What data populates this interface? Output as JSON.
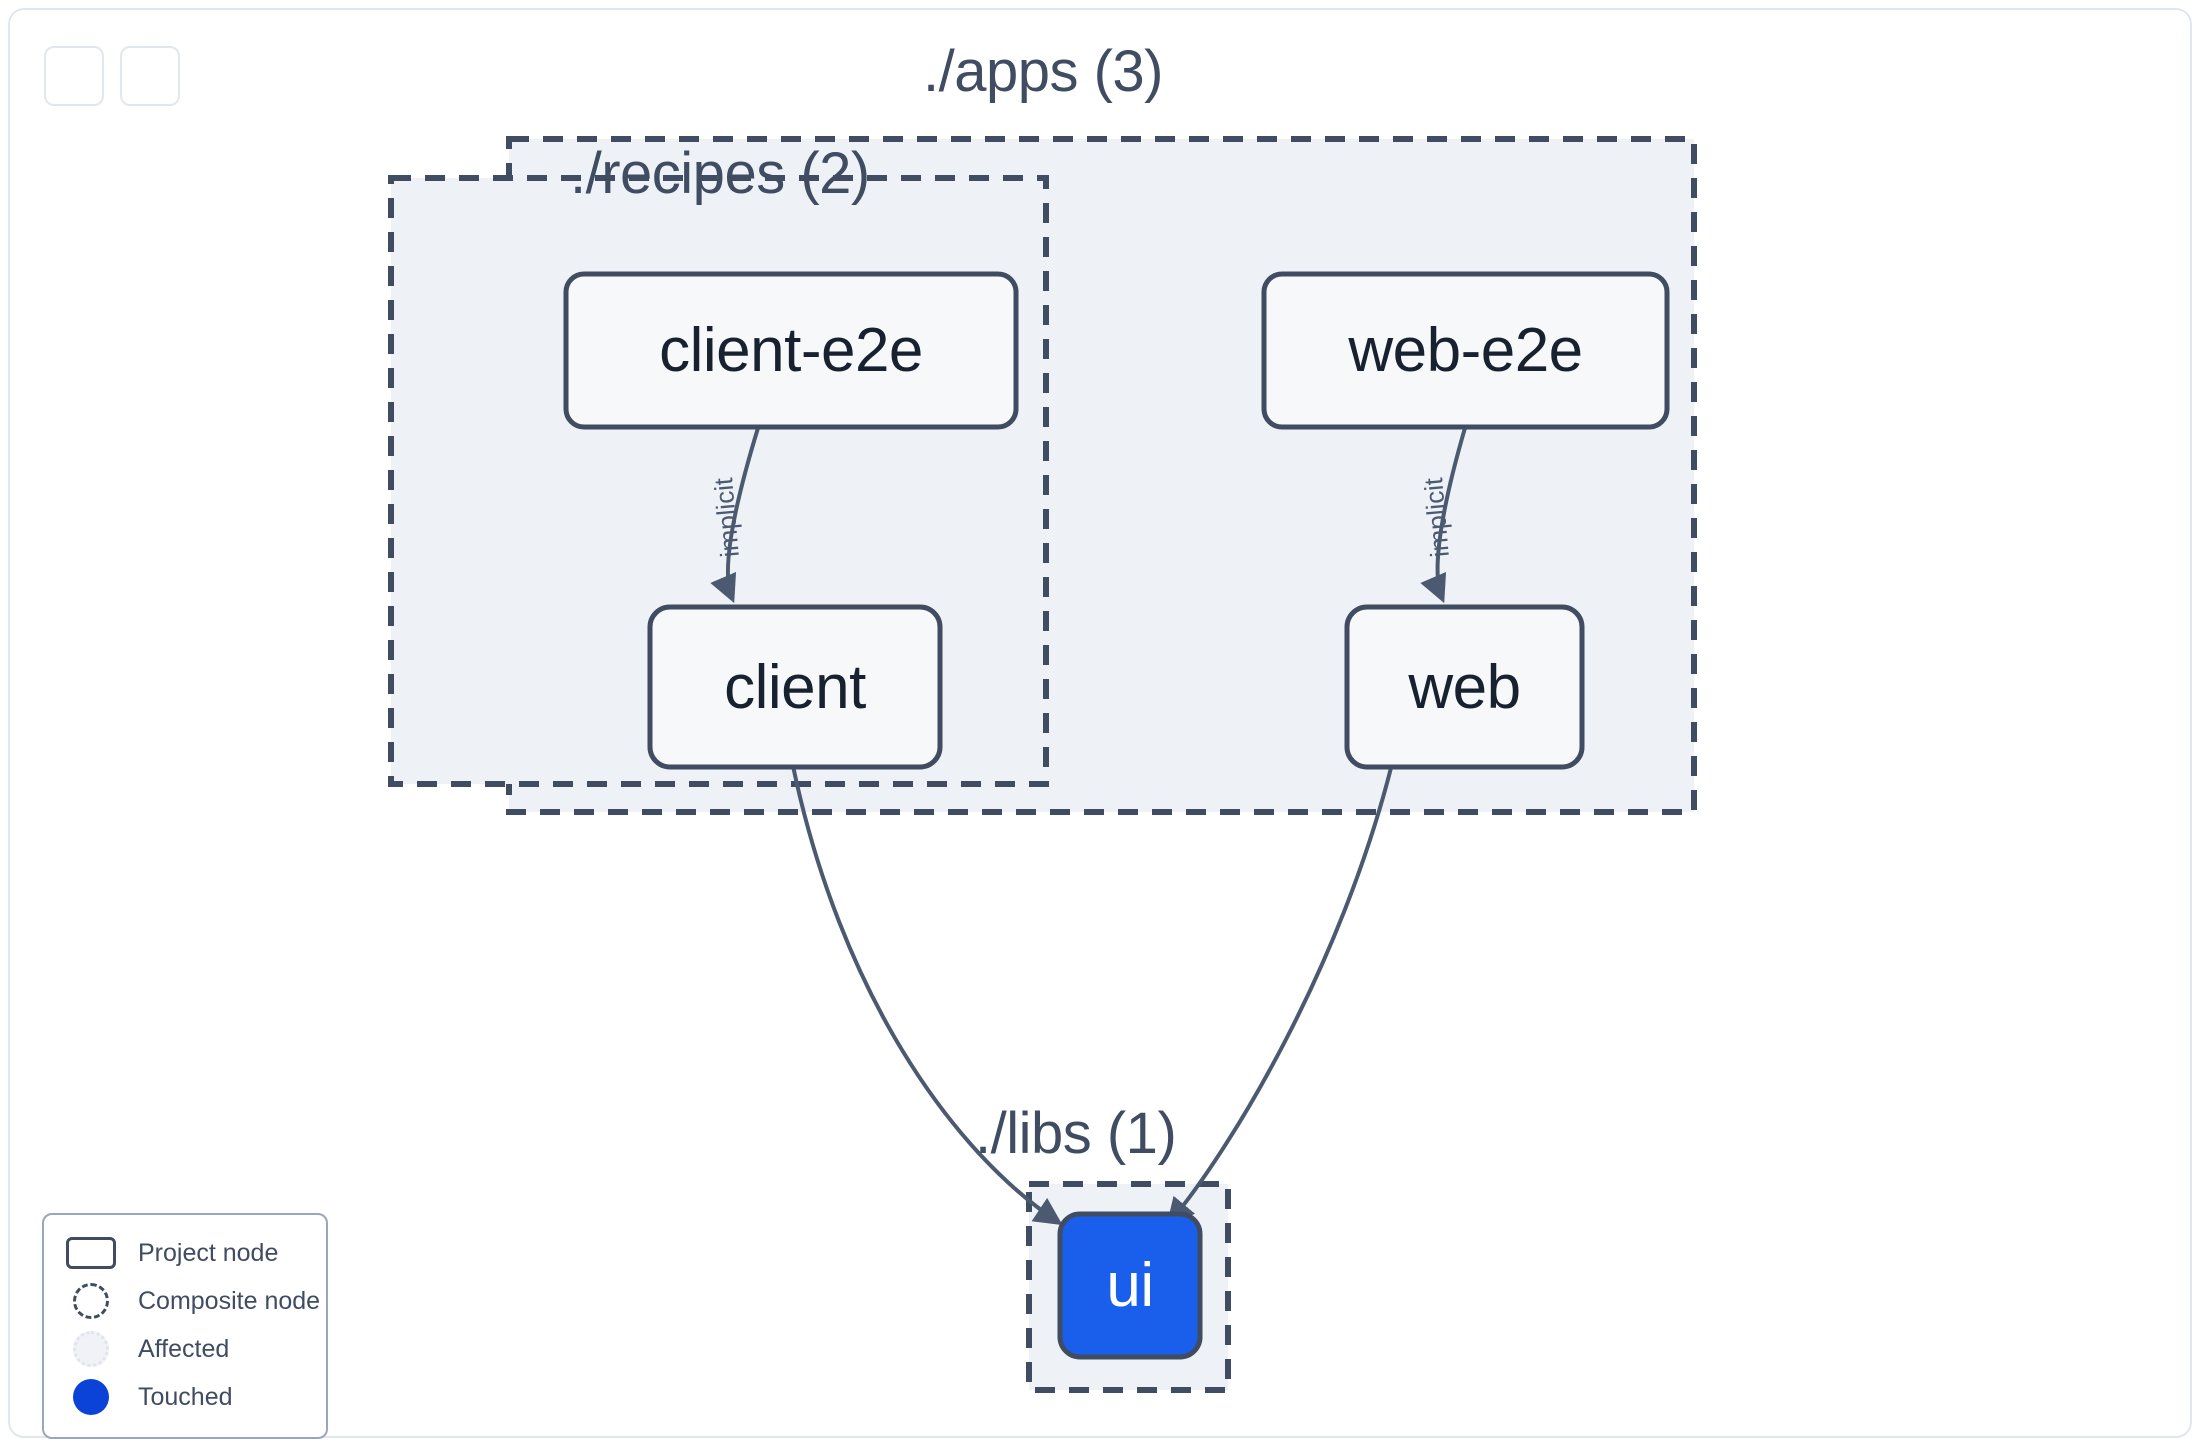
{
  "toolbar": {
    "buttons": [
      {
        "name": "focus-graph-button",
        "icon": "focus-target-icon",
        "label": ""
      },
      {
        "name": "refresh-graph-button",
        "icon": "refresh-icon",
        "label": ""
      }
    ]
  },
  "graph": {
    "groups": [
      {
        "id": "apps",
        "label": "./apps (3)",
        "count": 3
      },
      {
        "id": "recipes",
        "label": "./recipes (2)",
        "count": 2
      },
      {
        "id": "libs",
        "label": "./libs (1)",
        "count": 1
      }
    ],
    "nodes": [
      {
        "id": "client-e2e",
        "label": "client-e2e",
        "state": "project",
        "group": "recipes"
      },
      {
        "id": "client",
        "label": "client",
        "state": "project",
        "group": "recipes"
      },
      {
        "id": "web-e2e",
        "label": "web-e2e",
        "state": "project",
        "group": "apps"
      },
      {
        "id": "web",
        "label": "web",
        "state": "project",
        "group": "apps"
      },
      {
        "id": "ui",
        "label": "ui",
        "state": "touched",
        "group": "libs"
      }
    ],
    "edges": [
      {
        "from": "client-e2e",
        "to": "client",
        "label": "implicit"
      },
      {
        "from": "web-e2e",
        "to": "web",
        "label": "implicit"
      },
      {
        "from": "client",
        "to": "ui",
        "label": ""
      },
      {
        "from": "web",
        "to": "ui",
        "label": ""
      }
    ]
  },
  "legend": {
    "items": [
      {
        "swatch": "project-node-swatch",
        "label": "Project node"
      },
      {
        "swatch": "composite-node-swatch",
        "label": "Composite node"
      },
      {
        "swatch": "affected-swatch",
        "label": "Affected"
      },
      {
        "swatch": "touched-swatch",
        "label": "Touched"
      }
    ]
  },
  "colors": {
    "node_stroke": "#3f4c61",
    "node_fill": "#f7f8fa",
    "group_fill": "#eef1f6",
    "group_stroke": "#3f4c61",
    "touched": "#1a5feb",
    "edge": "#4b5a70",
    "card_border": "#e2e6f0"
  }
}
